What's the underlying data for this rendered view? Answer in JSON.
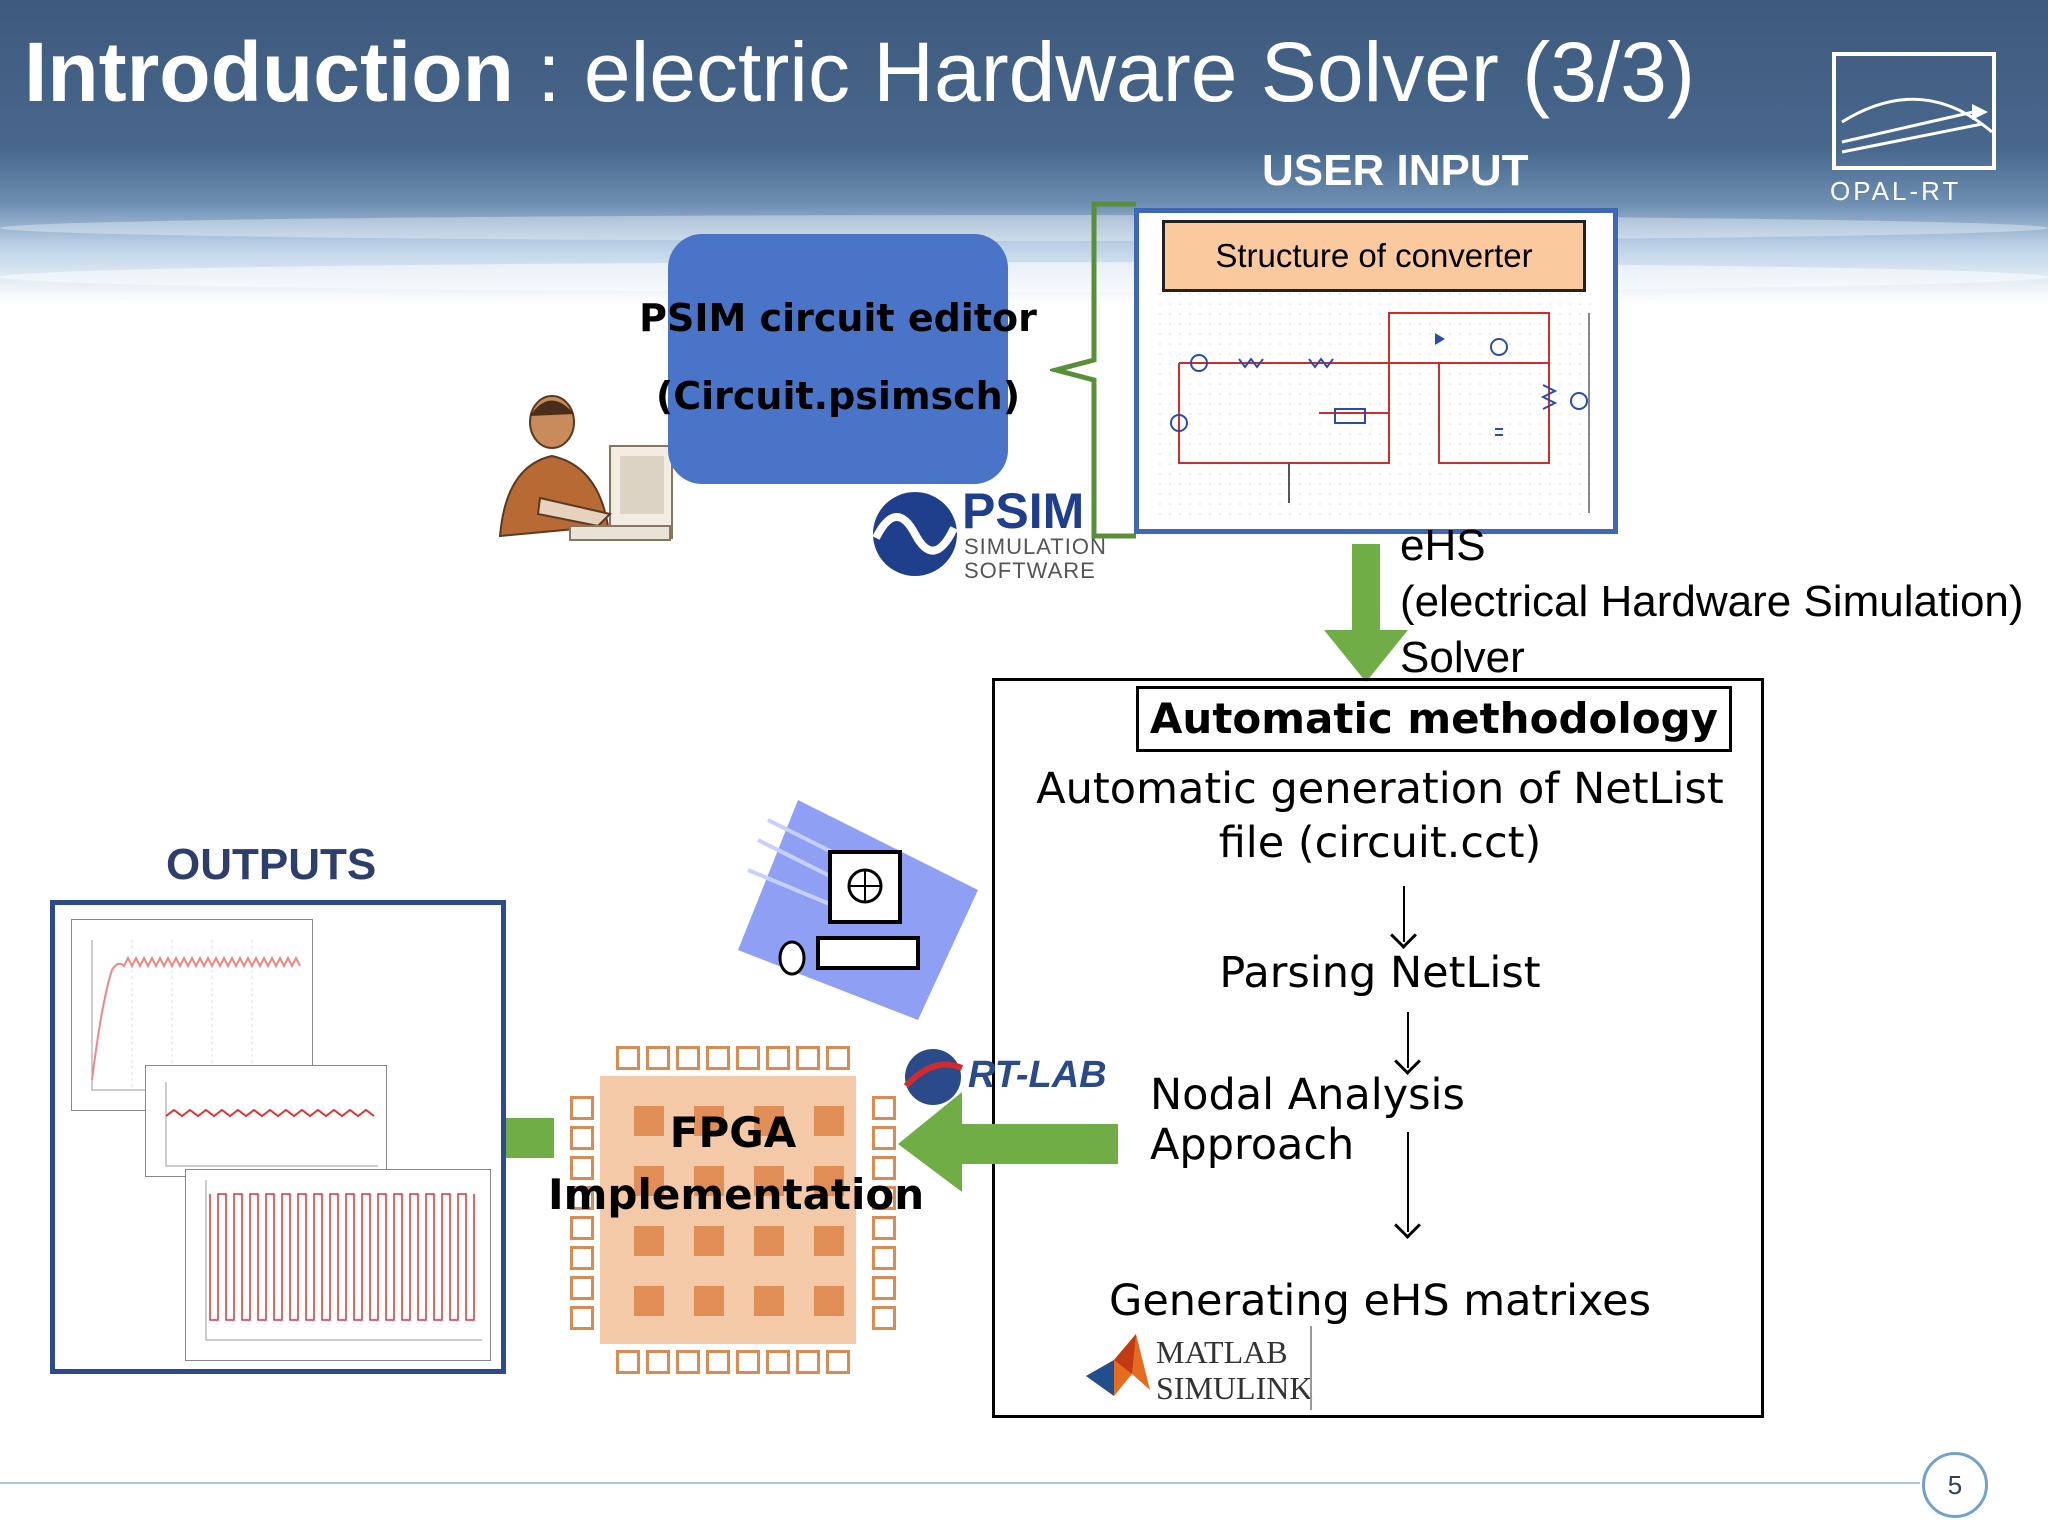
{
  "slide": {
    "title_bold": "Introduction",
    "title_rest": " : electric Hardware Solver (3/3)",
    "brand": "OPAL-RT",
    "page_number": "5"
  },
  "user_input": {
    "label": "USER INPUT",
    "editor_line1": "PSIM circuit editor",
    "editor_line2": "(Circuit.psimsch)",
    "psim_logo": "PSIM",
    "psim_logo_sub1": "SIMULATION",
    "psim_logo_sub2": "SOFTWARE",
    "structure_label": "Structure of converter"
  },
  "ehs": {
    "line1": "eHS",
    "line2": "(electrical Hardware Simulation)",
    "line3": "Solver"
  },
  "methodology": {
    "title": "Automatic methodology",
    "step1_line1": "Automatic generation of NetList",
    "step1_line2": "file (circuit.cct)",
    "step2": "Parsing NetList",
    "step3": "Nodal Analysis Approach",
    "step4": "Generating eHS matrixes",
    "matlab": "MATLAB",
    "simulink": "SIMULINK"
  },
  "fpga": {
    "line1": "FPGA",
    "line2": "Implementation",
    "rtlab": "RT-LAB"
  },
  "outputs": {
    "label": "OUTPUTS"
  },
  "colors": {
    "header": "#48678c",
    "psim_box": "#4a74c8",
    "green_arrow": "#70ad47",
    "structure_label_bg": "#fac99e",
    "outputs_label": "#2d3e6b"
  },
  "icons": [
    "opal-rt-logo",
    "user-at-computer-icon",
    "psim-logo",
    "computer-network-icon",
    "rt-lab-logo",
    "matlab-simulink-logo",
    "fpga-chip-icon"
  ]
}
